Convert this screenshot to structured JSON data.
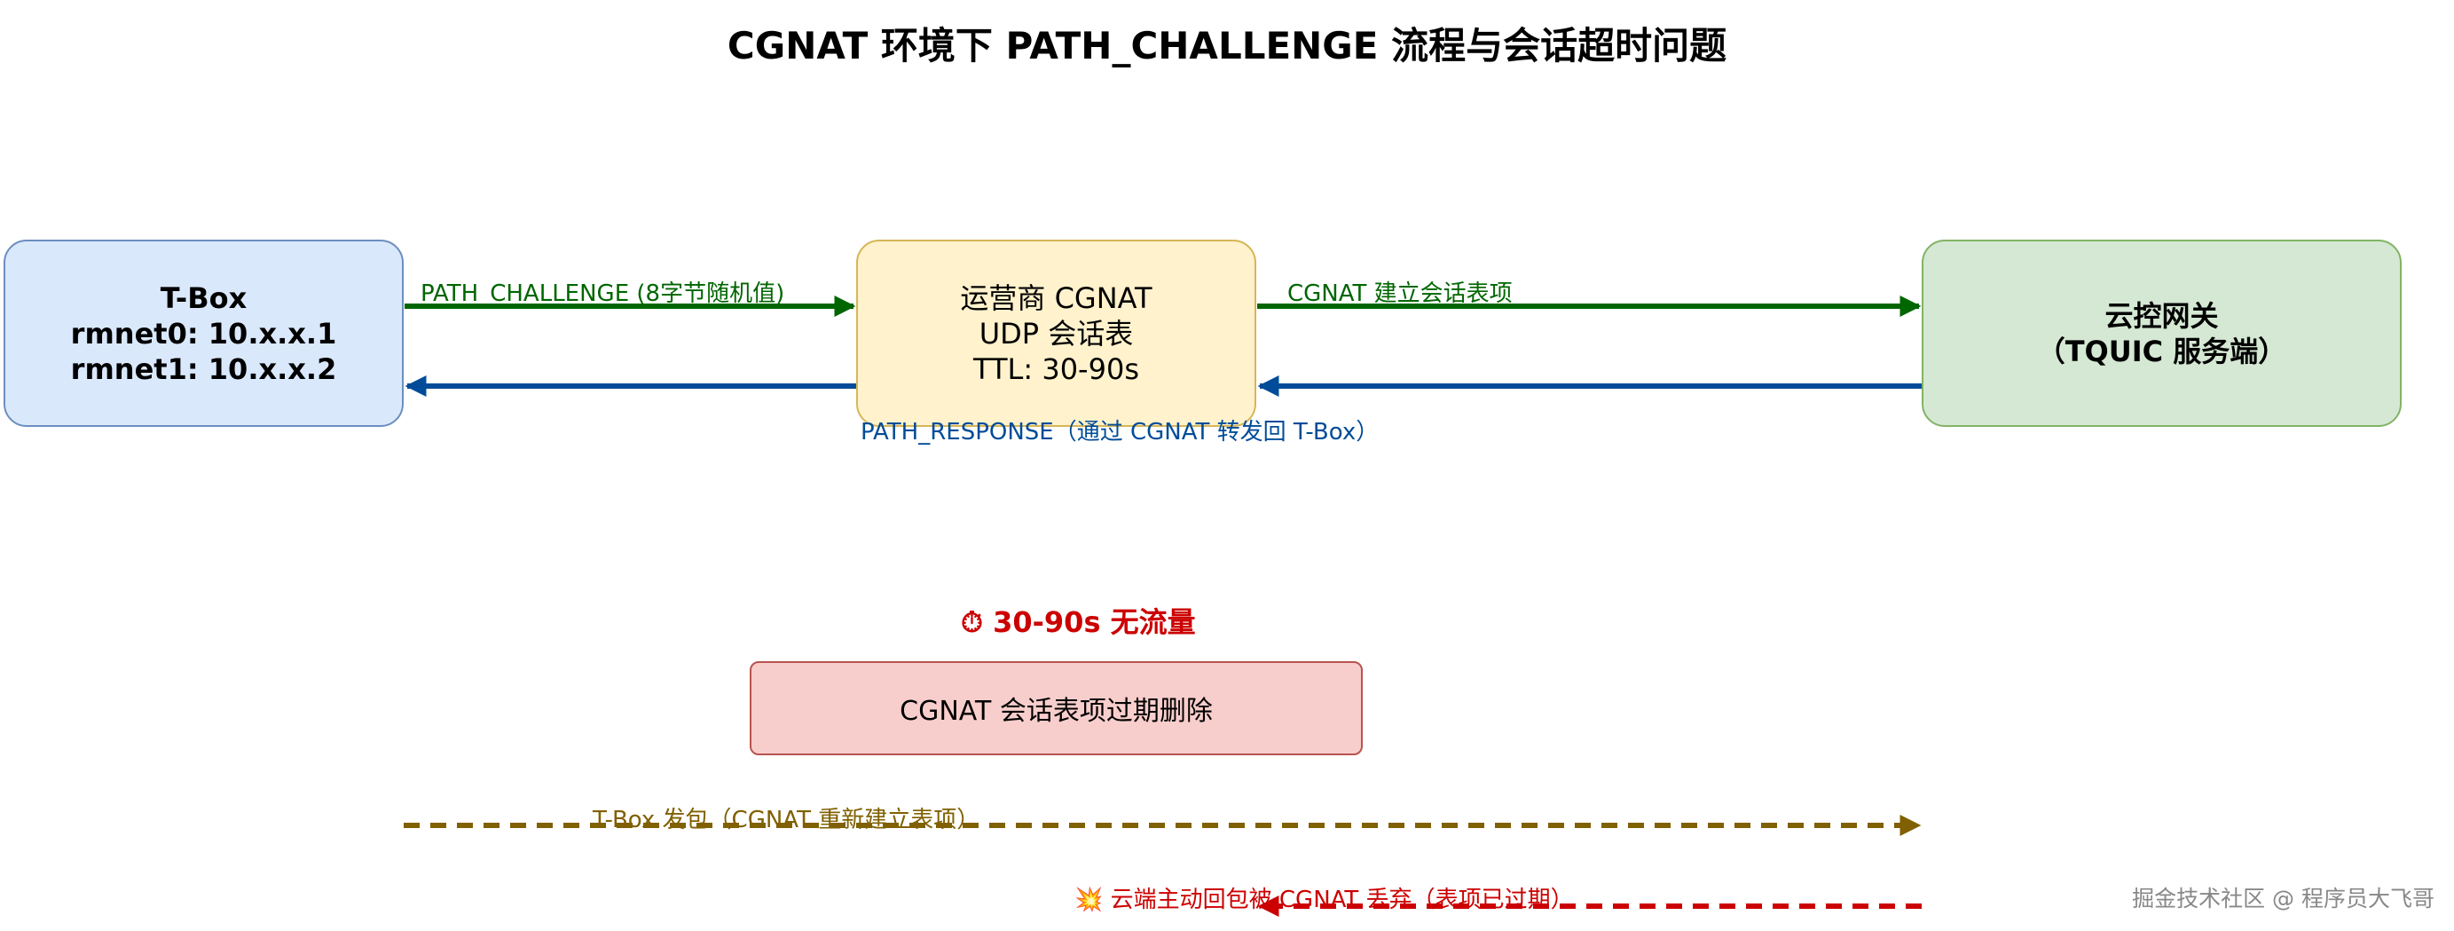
{
  "title": "CGNAT 环境下 PATH_CHALLENGE 流程与会话超时问题",
  "nodes": {
    "tbox": {
      "lines": [
        "T-Box",
        "rmnet0: 10.x.x.1",
        "rmnet1: 10.x.x.2"
      ]
    },
    "cgnat": {
      "lines": [
        "运营商 CGNAT",
        "UDP 会话表",
        "TTL: 30-90s"
      ]
    },
    "gateway": {
      "lines": [
        "云控网关",
        "（TQUIC 服务端）"
      ]
    },
    "expire": {
      "label": "CGNAT 会话表项过期删除"
    }
  },
  "edges": {
    "path_challenge": "PATH_CHALLENGE (8字节随机值)",
    "cgnat_session": "CGNAT 建立会话表项",
    "path_response": "PATH_RESPONSE（通过 CGNAT 转发回 T-Box）",
    "timer": "⏱ 30-90s 无流量",
    "tbox_send": "T-Box 发包（CGNAT 重新建立表项）",
    "cloud_drop": "💥 云端主动回包被 CGNAT 丢弃（表项已过期）"
  },
  "colors": {
    "green_arrow": "#006600",
    "blue_arrow": "#004c99",
    "gold_dashed": "#806000",
    "red_dashed": "#cc0000"
  },
  "watermark": "掘金技术社区 @ 程序员大飞哥"
}
